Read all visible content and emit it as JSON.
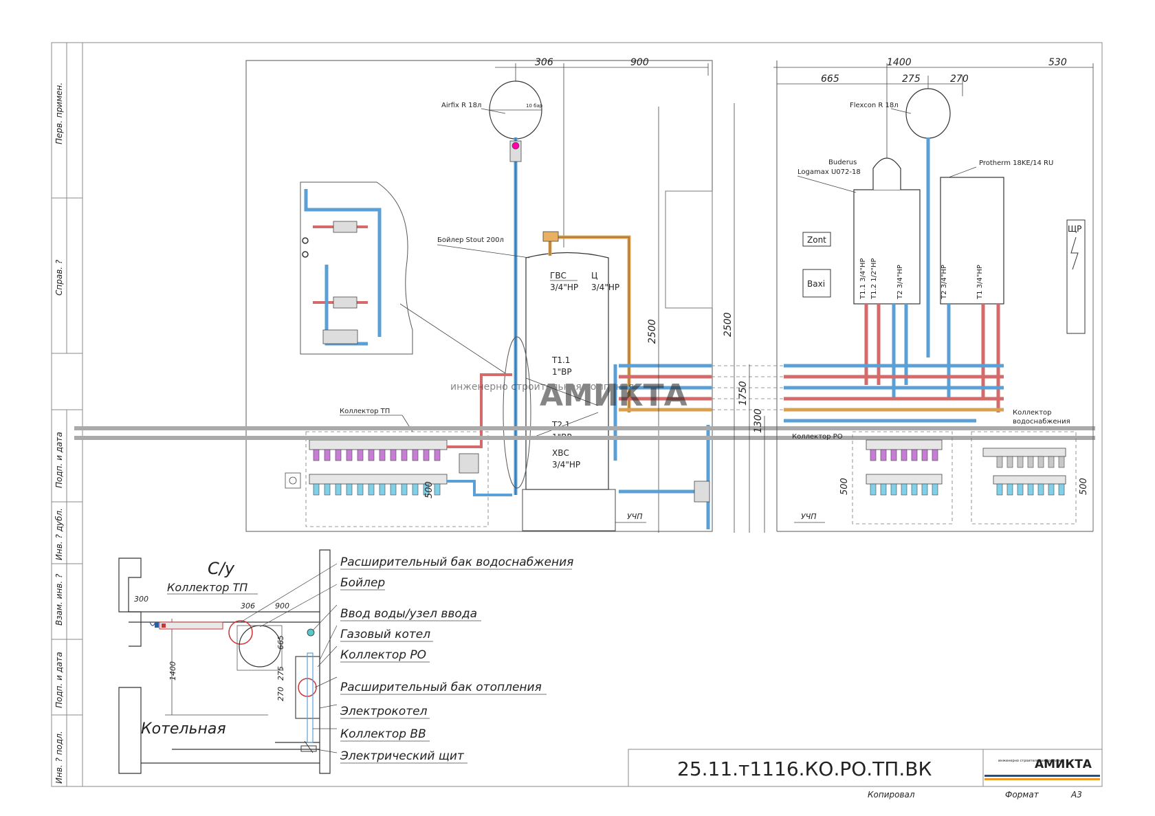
{
  "drawing": {
    "code": "25.11.т1116.КО.РО.ТП.ВК",
    "company": "АМИКТА",
    "company_sub": "инженерно строительная компания",
    "watermark_small": "инженерно строительная компания",
    "watermark_big": "АМИКТА",
    "copied": "Копировал",
    "format_label": "Формат",
    "format_value": "A3"
  },
  "side_labels": [
    "Перв. примен.",
    "Справ. ?",
    "Подп. и дата",
    "Инв. ? дубл.",
    "Взам. инв. ?",
    "Подп. и дата",
    "Инв. ? подл."
  ],
  "left_view": {
    "dims": {
      "d306": "306",
      "d900": "900",
      "d2500": "2500",
      "d500": "500"
    },
    "tank": "Airfix R 18л",
    "tank_note": "10 бар",
    "boiler": "Бойлер Stout 200л",
    "gvs": "ГВС",
    "gvs_size": "3/4\"НР",
    "c": "Ц",
    "c_size": "3/4\"НР",
    "t11": "Т1.1",
    "t11_size": "1\"ВР",
    "t21": "Т2.1",
    "t21_size": "1\"ВР",
    "hvs": "ХВС",
    "hvs_size": "3/4\"НР",
    "collector": "Коллектор ТП",
    "uchp": "УЧП"
  },
  "right_view": {
    "dims": {
      "d1400": "1400",
      "d530": "530",
      "d665": "665",
      "d275": "275",
      "d270": "270",
      "d2500": "2500",
      "d1750": "1750",
      "d1300": "1300",
      "d500a": "500",
      "d500b": "500"
    },
    "tank": "Flexcon R 18л",
    "boiler1_brand": "Buderus",
    "boiler1_model": "Logamax U072-18",
    "boiler2": "Protherm 18KE/14 RU",
    "zont": "Zont",
    "baxi": "Baxi",
    "pipe_labels": [
      "Т1.1 3/4\"НР",
      "Т1.2 1/2\"НР",
      "Т2 3/4\"НР",
      "Т2 3/4\"НР",
      "Т1 3/4\"НР"
    ],
    "panel": "ЩР",
    "collector_ro": "Коллектор РО",
    "collector_water": "Коллектор",
    "collector_water2": "водоснабжения",
    "uchp": "УЧП"
  },
  "plan": {
    "room_label": "С/у",
    "boiler_room": "Котельная",
    "collector_tp": "Коллектор ТП",
    "dims": {
      "d300": "300",
      "d306": "306",
      "d900": "900",
      "d665": "665",
      "d1400": "1400",
      "d270": "270",
      "d275": "275"
    },
    "legend": [
      "Расширительный бак водоснабжения",
      "Бойлер",
      "Ввод воды/узел ввода",
      "Газовый котел",
      "Коллектор РО",
      "Расширительный бак отопления",
      "Электрокотел",
      "Коллектор ВВ",
      "Электрический щит"
    ]
  },
  "colors": {
    "cold": "#5aa0d6",
    "hot": "#d46a6a",
    "warm": "#d8a050",
    "brand_blue": "#1f4e8c",
    "brand_orange": "#e89a2a"
  }
}
